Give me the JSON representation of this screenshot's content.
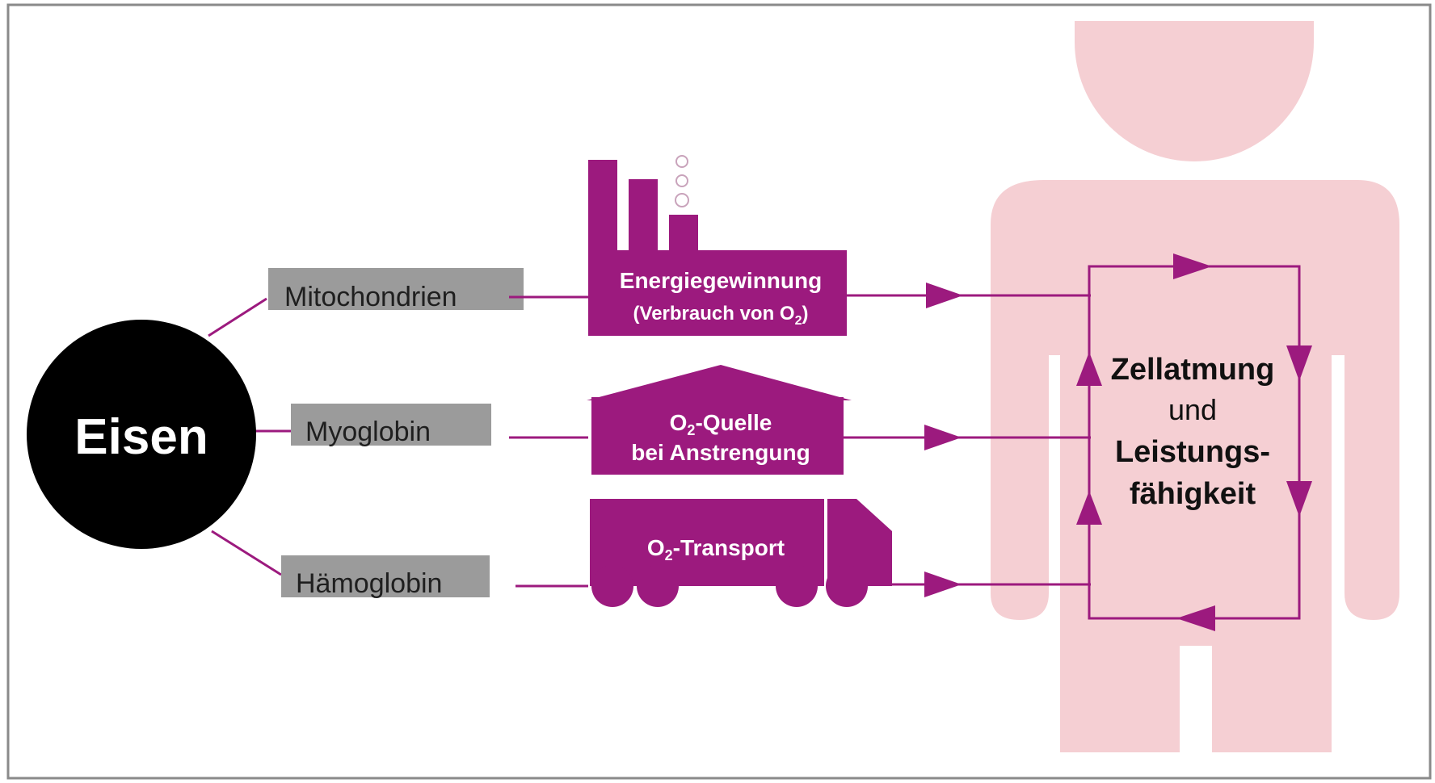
{
  "center": {
    "label": "Eisen"
  },
  "components": [
    {
      "id": "mitochondria",
      "label": "Mitochondrien"
    },
    {
      "id": "myoglobin",
      "label": "Myoglobin"
    },
    {
      "id": "hemoglobin",
      "label": "Hämoglobin"
    }
  ],
  "functions": {
    "energy": {
      "line1": "Energiegewinnung",
      "line2_prefix": "(Verbrauch von O",
      "line2_sub": "2",
      "line2_suffix": ")"
    },
    "source": {
      "line1_prefix": "O",
      "line1_sub": "2",
      "line1_suffix": "-Quelle",
      "line2": "bei Anstrengung"
    },
    "transport": {
      "prefix": "O",
      "sub": "2",
      "suffix": "-Transport"
    }
  },
  "outcome": {
    "lines": [
      "Zellatmung",
      "und",
      "Leistungs-",
      "fähigkeit"
    ]
  },
  "colors": {
    "accent": "#9c1a7e",
    "body": "#f5cfd3",
    "label_box": "#9b9b9b",
    "center": "#000000",
    "frame": "#8a8a8a"
  },
  "icons": {
    "energy": "factory-icon",
    "source": "house-icon",
    "transport": "truck-icon",
    "figure": "human-silhouette-icon"
  }
}
